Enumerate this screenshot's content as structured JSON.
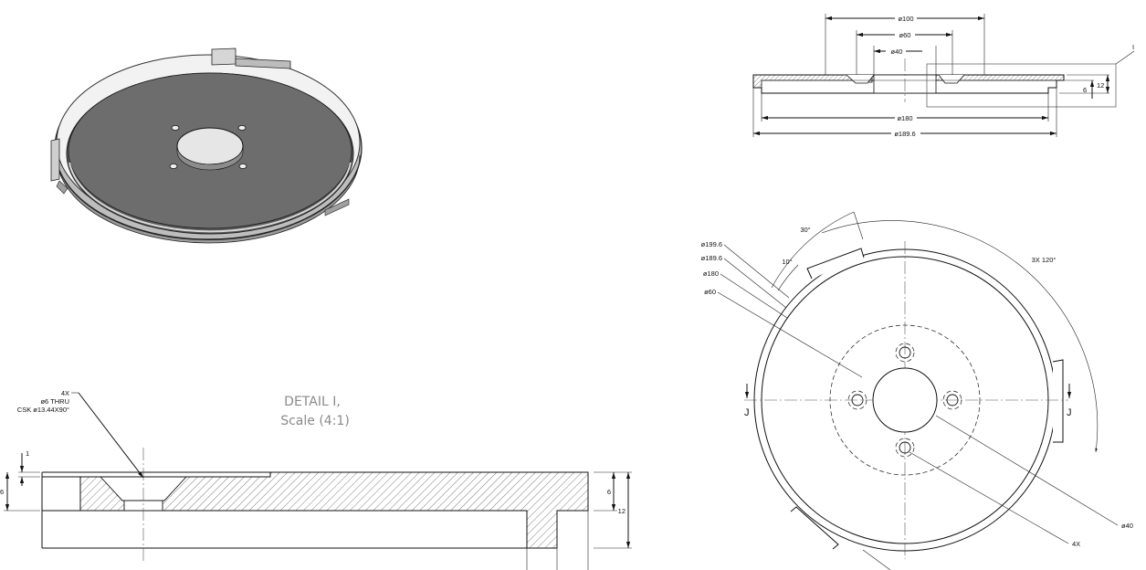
{
  "detail": {
    "title": "DETAIL I,",
    "scale": "Scale (4:1)"
  },
  "detail_dims": {
    "hole_qty": "4X",
    "hole_dia": "ø6 THRU",
    "csk": "CSK ø13.44X90°",
    "recess": "1",
    "left_height": "6",
    "right_inner": "6",
    "right_total": "12"
  },
  "section_dims": {
    "d100": "ø100",
    "d60": "ø60",
    "d40": "ø40",
    "h6": "6",
    "h12": "12",
    "d180": "ø180",
    "d189": "ø189.6",
    "detail_flag": "I"
  },
  "plan_dims": {
    "d199": "ø199.6",
    "d189": "ø189.6",
    "d180": "ø180",
    "d60": "ø60",
    "ang30": "30°",
    "ang10": "10°",
    "pattern": "3X 120°",
    "d40": "ø40",
    "holes4x": "4X",
    "section_left": "J",
    "section_right": "J"
  }
}
